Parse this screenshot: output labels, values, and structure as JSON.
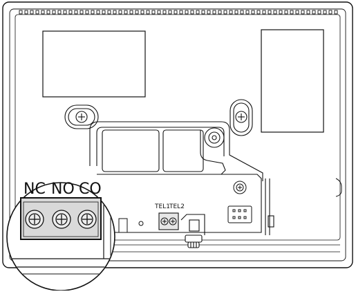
{
  "diagram": {
    "terminals_zoomed": {
      "labels": [
        "NC",
        "NO",
        "CO"
      ]
    },
    "phone_terminals": {
      "labels": [
        "TEL1",
        "TEL2"
      ]
    }
  },
  "colors": {
    "line": "#111111",
    "background": "#ffffff",
    "terminal_fill": "#d9d9d9"
  }
}
